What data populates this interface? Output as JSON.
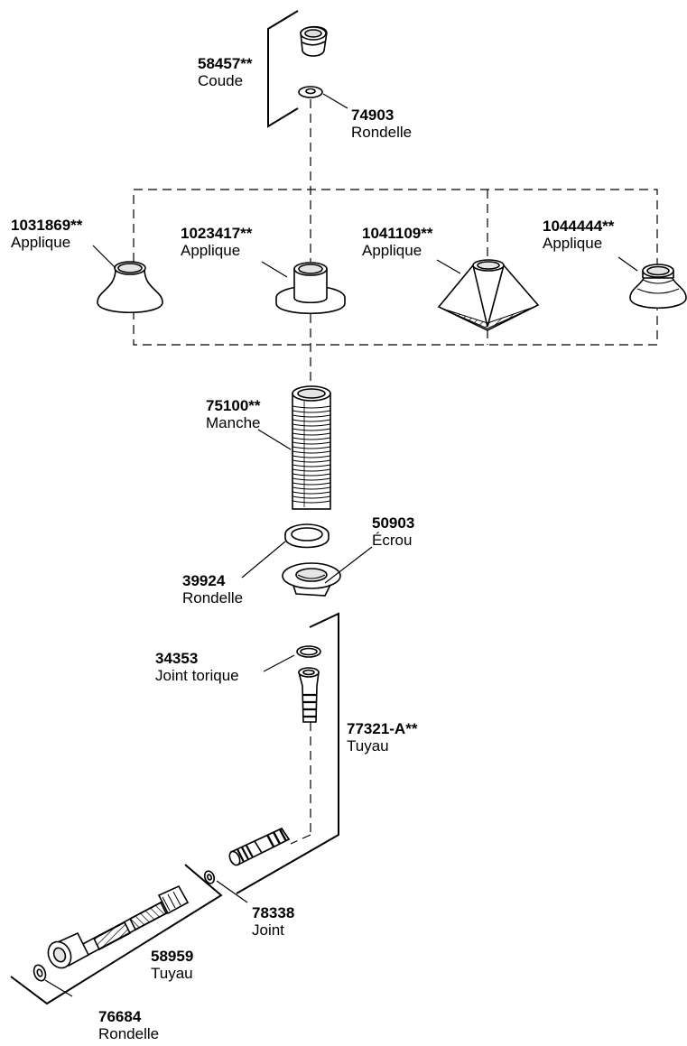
{
  "parts": {
    "coude": {
      "number": "58457**",
      "name": "Coude"
    },
    "rondelle_top": {
      "number": "74903",
      "name": "Rondelle"
    },
    "applique_1": {
      "number": "1031869**",
      "name": "Applique"
    },
    "applique_2": {
      "number": "1023417**",
      "name": "Applique"
    },
    "applique_3": {
      "number": "1041109**",
      "name": "Applique"
    },
    "applique_4": {
      "number": "1044444**",
      "name": "Applique"
    },
    "manche": {
      "number": "75100**",
      "name": "Manche"
    },
    "ecrou": {
      "number": "50903",
      "name": "Écrou"
    },
    "rondelle_mid": {
      "number": "39924",
      "name": "Rondelle"
    },
    "joint_torique": {
      "number": "34353",
      "name": "Joint torique"
    },
    "tuyau_a": {
      "number": "77321-A**",
      "name": "Tuyau"
    },
    "joint": {
      "number": "78338",
      "name": "Joint"
    },
    "tuyau_b": {
      "number": "58959",
      "name": "Tuyau"
    },
    "rondelle_bottom": {
      "number": "76684",
      "name": "Rondelle"
    }
  }
}
